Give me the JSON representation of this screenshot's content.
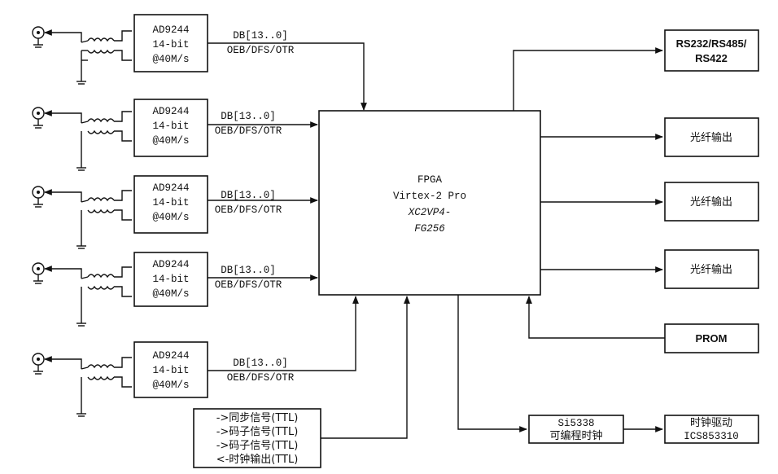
{
  "adc": {
    "name": "AD9244",
    "bits": "14-bit",
    "rate": "@40M/s"
  },
  "bus": {
    "line1_top": "DB[13..0]",
    "line1": "DB[13..0]",
    "line2": "OEB/DFS/OTR"
  },
  "fpga": {
    "line1": "FPGA",
    "line2": "Virtex-2 Pro",
    "line3": "XC2VP4-",
    "line4": "FG256"
  },
  "serial": {
    "line1": "RS232/RS485/",
    "line2": "RS422"
  },
  "fiber": {
    "label": "光纤输出"
  },
  "prom": {
    "label": "PROM"
  },
  "clock_gen": {
    "line1": "Si5338",
    "line2": "可编程时钟"
  },
  "clock_drv": {
    "line1": "时钟驱动",
    "line2": "ICS853310"
  },
  "signals": {
    "sync": "->同步信号(TTL)",
    "code1": "->码子信号(TTL)",
    "code2": "->码子信号(TTL)",
    "clkout": "<-时钟输出(TTL)"
  }
}
